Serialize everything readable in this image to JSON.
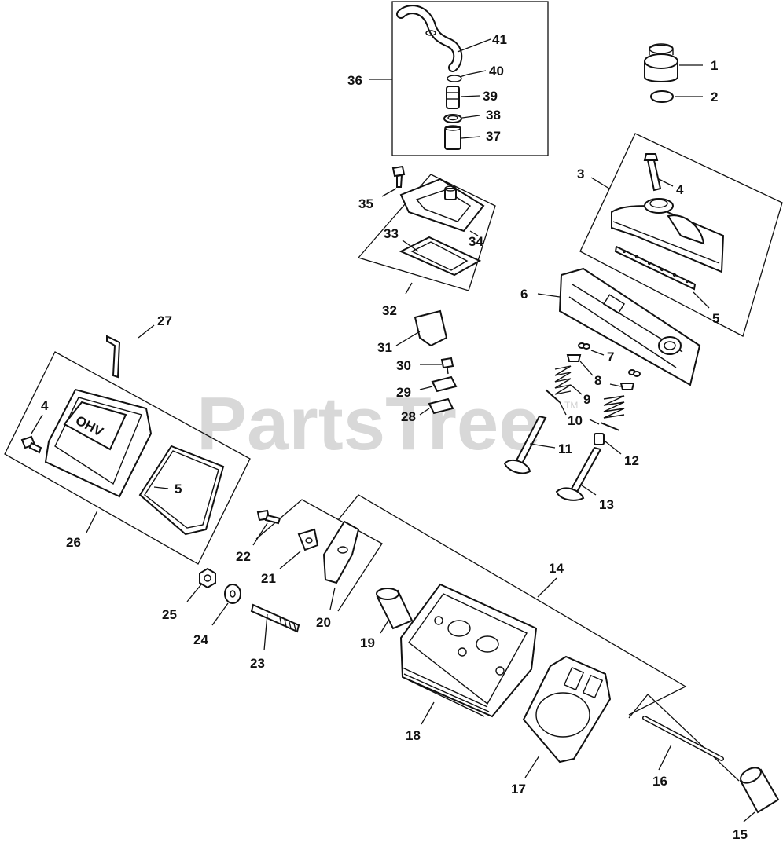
{
  "watermark": {
    "text": "PartsTree",
    "trademark": "TM"
  },
  "colors": {
    "line": "#111111",
    "watermark": "#d8d8d8",
    "background": "#ffffff"
  },
  "callouts": {
    "c1": "1",
    "c2": "2",
    "c3": "3",
    "c4a": "4",
    "c4b": "4",
    "c5a": "5",
    "c5b": "5",
    "c6": "6",
    "c7": "7",
    "c8": "8",
    "c9": "9",
    "c10": "10",
    "c11": "11",
    "c12": "12",
    "c13": "13",
    "c14": "14",
    "c15": "15",
    "c16": "16",
    "c17": "17",
    "c18": "18",
    "c19": "19",
    "c20": "20",
    "c21": "21",
    "c22": "22",
    "c23": "23",
    "c24": "24",
    "c25": "25",
    "c26": "26",
    "c27": "27",
    "c28": "28",
    "c29": "29",
    "c30": "30",
    "c31": "31",
    "c32": "32",
    "c33": "33",
    "c34": "34",
    "c35": "35",
    "c36": "36",
    "c37": "37",
    "c38": "38",
    "c39": "39",
    "c40": "40",
    "c41": "41"
  },
  "cover_emblem": "OHV"
}
